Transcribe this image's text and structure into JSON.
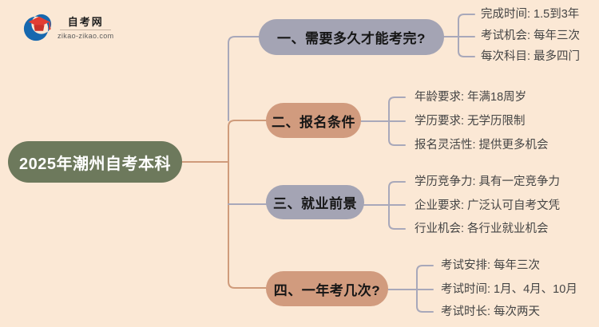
{
  "logo": {
    "site_name": "自考网",
    "site_url": "zikao-zikao.com"
  },
  "root": {
    "label": "2025年潮州自考本科"
  },
  "branches": [
    {
      "label": "一、需要多久才能考完?",
      "leaves": [
        "完成时间: 1.5到3年",
        "考试机会: 每年三次",
        "每次科目: 最多四门"
      ]
    },
    {
      "label": "二、报名条件",
      "leaves": [
        "年龄要求: 年满18周岁",
        "学历要求: 无学历限制",
        "报名灵活性: 提供更多机会"
      ]
    },
    {
      "label": "三、就业前景",
      "leaves": [
        "学历竞争力: 具有一定竞争力",
        "企业要求: 广泛认可自考文凭",
        "行业机会: 各行业就业机会"
      ]
    },
    {
      "label": "四、一年考几次?",
      "leaves": [
        "考试安排: 每年三次",
        "考试时间: 1月、4月、10月",
        "考试时长: 每次两天"
      ]
    }
  ],
  "colors": {
    "background": "#fbe8d5",
    "root_node": "#6d795c",
    "gray_node": "#a4a4b4",
    "salmon_node": "#d19b7e",
    "gray_line": "#a8a8ba",
    "salmon_line": "#cf9b7b",
    "leaf_text": "#454545",
    "logo_blue": "#1668af",
    "logo_red": "#e23d33"
  }
}
